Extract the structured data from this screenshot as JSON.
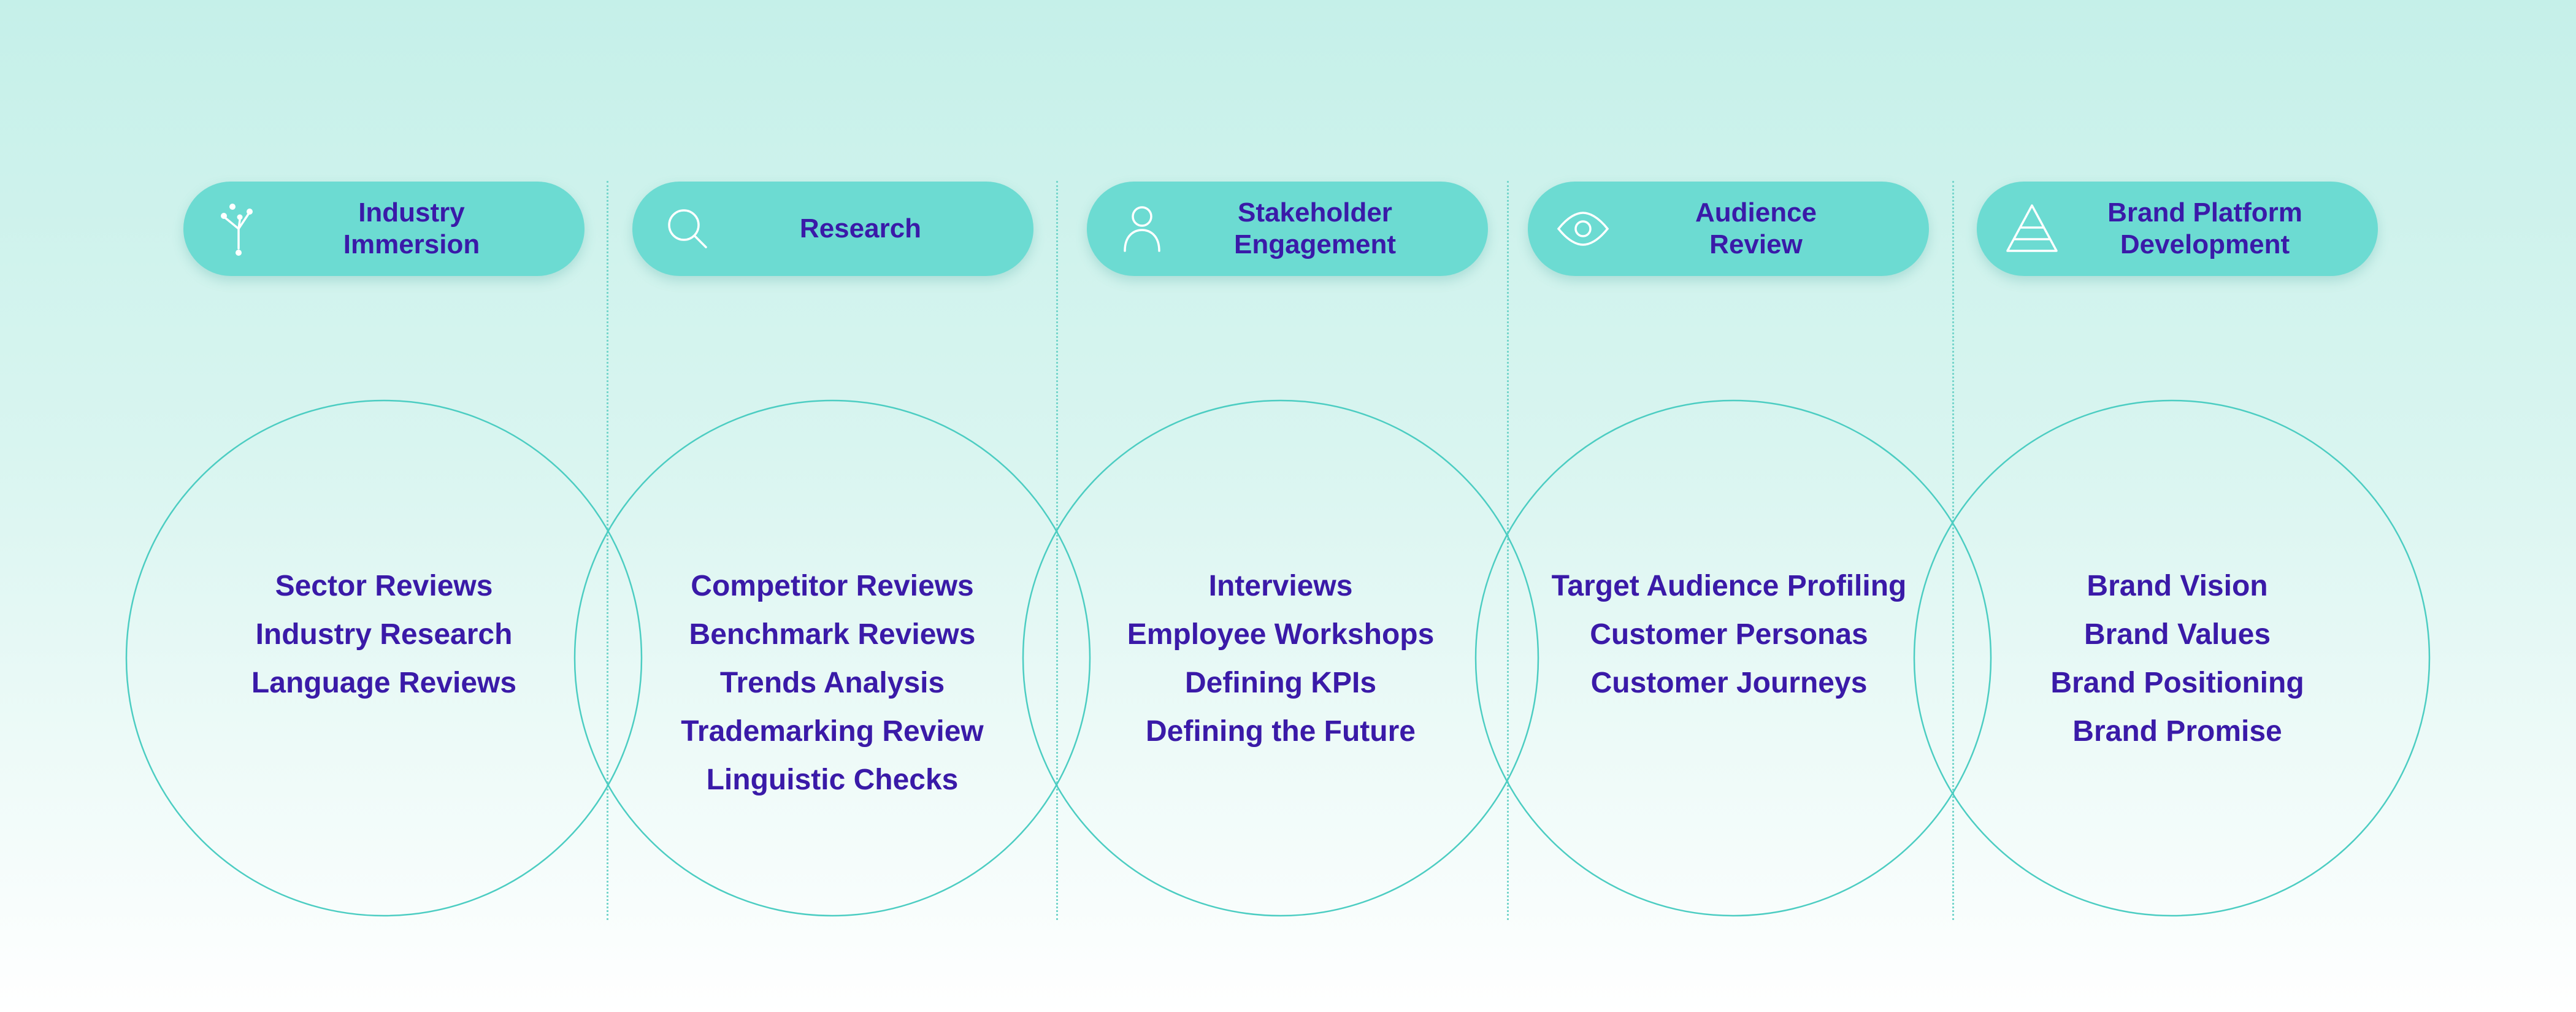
{
  "stages": [
    {
      "label": "Industry\nImmersion",
      "icon": "branching-tree-icon",
      "items": [
        "Sector Reviews",
        "Industry Research",
        "Language Reviews"
      ]
    },
    {
      "label": "Research",
      "icon": "magnifier-icon",
      "items": [
        "Competitor Reviews",
        "Benchmark Reviews",
        "Trends Analysis",
        "Trademarking Review",
        "Linguistic Checks"
      ]
    },
    {
      "label": "Stakeholder\nEngagement",
      "icon": "person-icon",
      "items": [
        "Interviews",
        "Employee Workshops",
        "Defining KPIs",
        "Defining the Future"
      ]
    },
    {
      "label": "Audience\nReview",
      "icon": "eye-icon",
      "items": [
        "Target Audience Profiling",
        "Customer Personas",
        "Customer Journeys"
      ]
    },
    {
      "label": "Brand Platform\nDevelopment",
      "icon": "pyramid-icon",
      "items": [
        "Brand Vision",
        "Brand Values",
        "Brand Positioning",
        "Brand Promise"
      ]
    }
  ],
  "colors": {
    "pill": "#6cdbd2",
    "text": "#3a1aa8",
    "circle_stroke": "#4ccdc2",
    "divider": "#77d6cc",
    "icon": "#ffffff"
  }
}
